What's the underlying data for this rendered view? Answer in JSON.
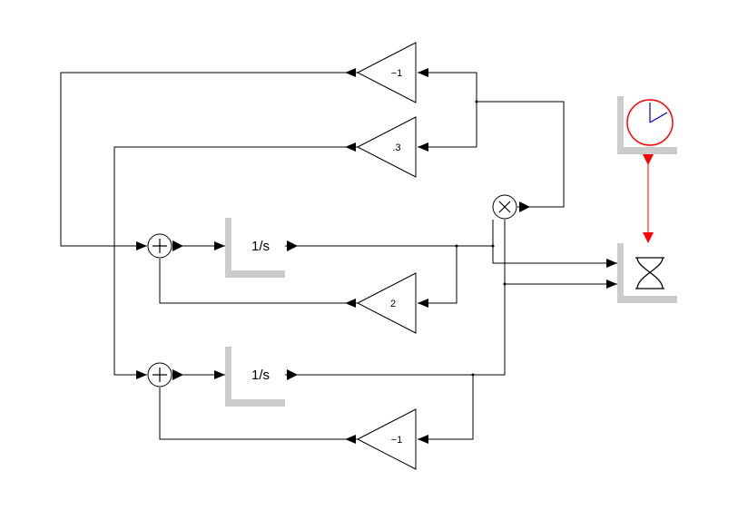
{
  "gains": {
    "top": "−1",
    "middle": ".3",
    "feedback1": "2",
    "feedback2": "−1"
  },
  "integrators": {
    "first": "1/s",
    "second": "1/s"
  },
  "colors": {
    "wire": "#000000",
    "event_wire": "#ff0000",
    "clock_hand": "#0000cc"
  },
  "icons": {
    "clock": "clock-icon",
    "scope": "xy-scope-icon",
    "sum": "sum-icon",
    "product": "product-icon"
  }
}
